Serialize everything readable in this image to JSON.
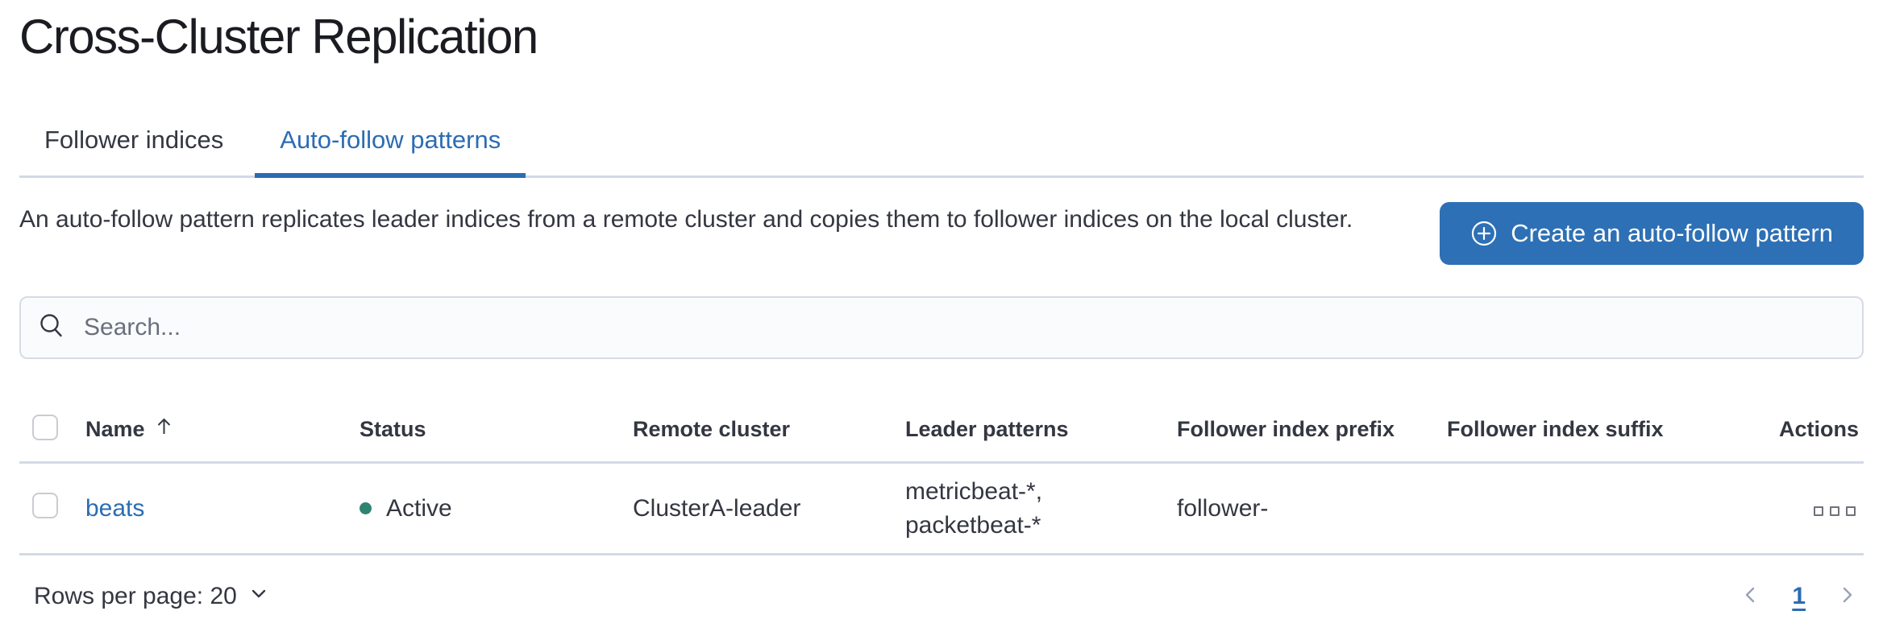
{
  "page": {
    "title": "Cross-Cluster Replication"
  },
  "tabs": {
    "items": [
      {
        "label": "Follower indices"
      },
      {
        "label": "Auto-follow patterns"
      }
    ],
    "active_index": 1
  },
  "intro": {
    "description": "An auto-follow pattern replicates leader indices from a remote cluster and copies them to follower indices on the local cluster.",
    "create_button": {
      "label": "Create an auto-follow pattern",
      "icon": "plus-in-circle-icon"
    }
  },
  "search": {
    "placeholder": "Search...",
    "value": "",
    "icon": "search-icon"
  },
  "table": {
    "columns": [
      "Name",
      "Status",
      "Remote cluster",
      "Leader patterns",
      "Follower index prefix",
      "Follower index suffix",
      "Actions"
    ],
    "sort": {
      "column": "Name",
      "direction": "ascending",
      "icon": "sort-ascending-icon"
    },
    "rows": [
      {
        "name": "beats",
        "status": "Active",
        "remote_cluster": "ClusterA-leader",
        "leader_patterns": "metricbeat-*,\npacketbeat-*",
        "follower_index_prefix": "follower-",
        "follower_index_suffix": "",
        "actions_icon": "boxes-horizontal-icon"
      }
    ]
  },
  "footer": {
    "rows_per_page": "Rows per page: 20",
    "rows_per_page_icon": "chevron-down-icon",
    "pagination": {
      "prev_icon": "chevron-left-icon",
      "page": "1",
      "next_icon": "chevron-right-icon"
    }
  },
  "colors": {
    "primary_button_blue": "#2d70b5",
    "link_blue": "#2b6cb3",
    "active_tab_blue": "#2b6cb3",
    "status_active_dot": "#2f8471",
    "divider": "#d3dae6",
    "text_dark": "#343741",
    "title_text": "#1a1c21",
    "placeholder_gray": "#69707d",
    "pagination_arrow_gray": "#98a2b3",
    "search_background": "#fafbfd"
  }
}
